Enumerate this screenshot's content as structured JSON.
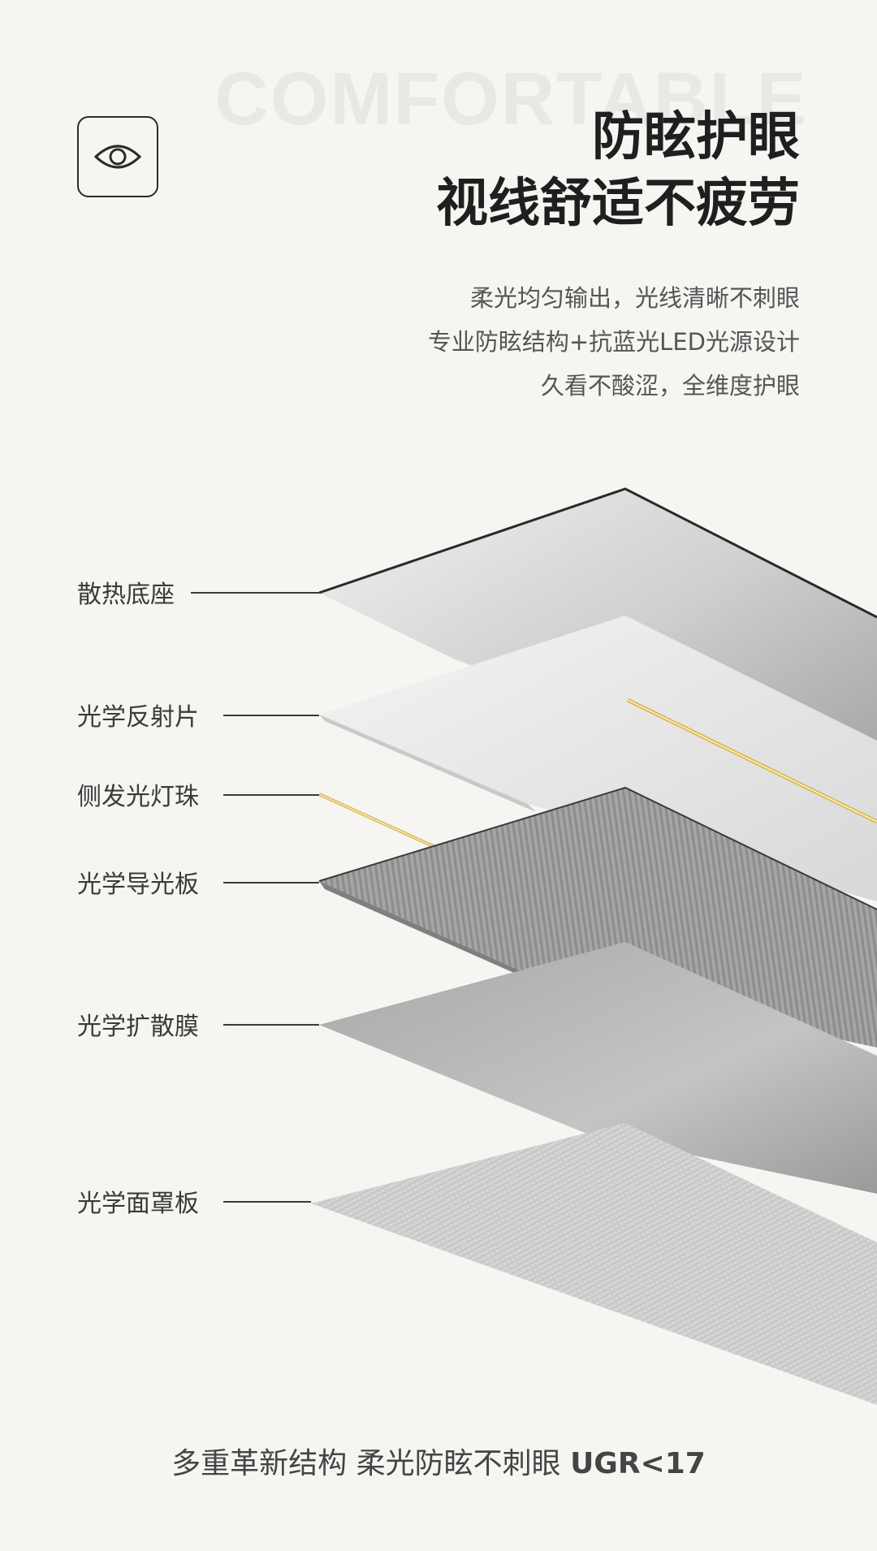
{
  "header": {
    "watermark": "COMFORTABLE",
    "icon": "eye-icon",
    "title_line1": "防眩护眼",
    "title_line2": "视线舒适不疲劳"
  },
  "description": [
    "柔光均匀输出，光线清晰不刺眼",
    "专业防眩结构+抗蓝光LED光源设计",
    "久看不酸涩，全维度护眼"
  ],
  "layers": [
    {
      "label": "散热底座"
    },
    {
      "label": "光学反射片"
    },
    {
      "label": "侧发光灯珠"
    },
    {
      "label": "光学导光板"
    },
    {
      "label": "光学扩散膜"
    },
    {
      "label": "光学面罩板"
    }
  ],
  "footer": {
    "text": "多重革新结构 柔光防眩不刺眼 ",
    "highlight": "UGR<17"
  },
  "colors": {
    "background": "#f6f5f2",
    "title": "#1f1f1f",
    "text": "#555555"
  }
}
